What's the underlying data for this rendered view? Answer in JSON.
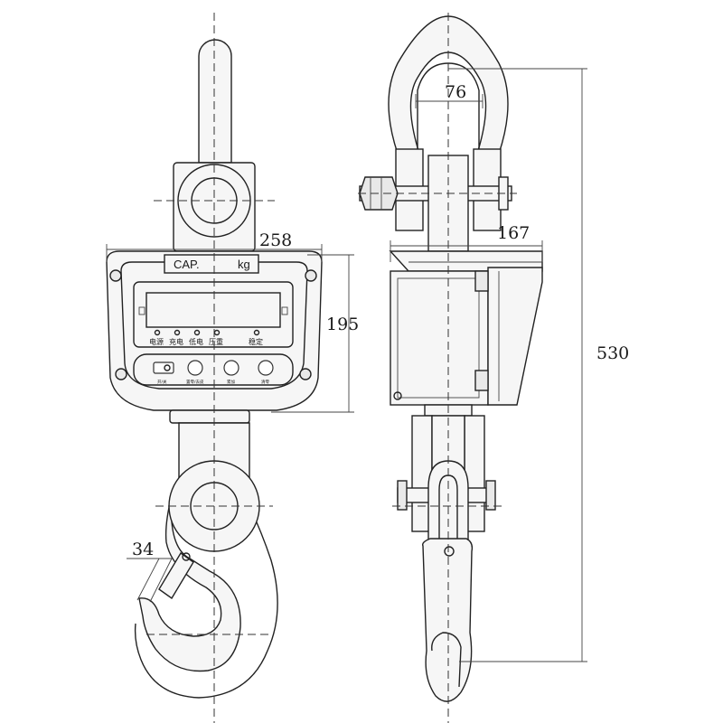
{
  "dimensions": {
    "width_total": "258",
    "height_display": "195",
    "shackle_inner": "76",
    "depth": "167",
    "total_height": "530",
    "hook_opening": "34"
  },
  "display": {
    "cap_label": "CAP.",
    "unit_label": "kg",
    "indicator_labels": [
      "电源",
      "充电",
      "低电",
      "压重",
      "稳定"
    ],
    "button_labels": [
      "开/关",
      "置零/去皮",
      "累加",
      "清零"
    ]
  },
  "icons": {
    "power_switch": "switch-icon"
  }
}
